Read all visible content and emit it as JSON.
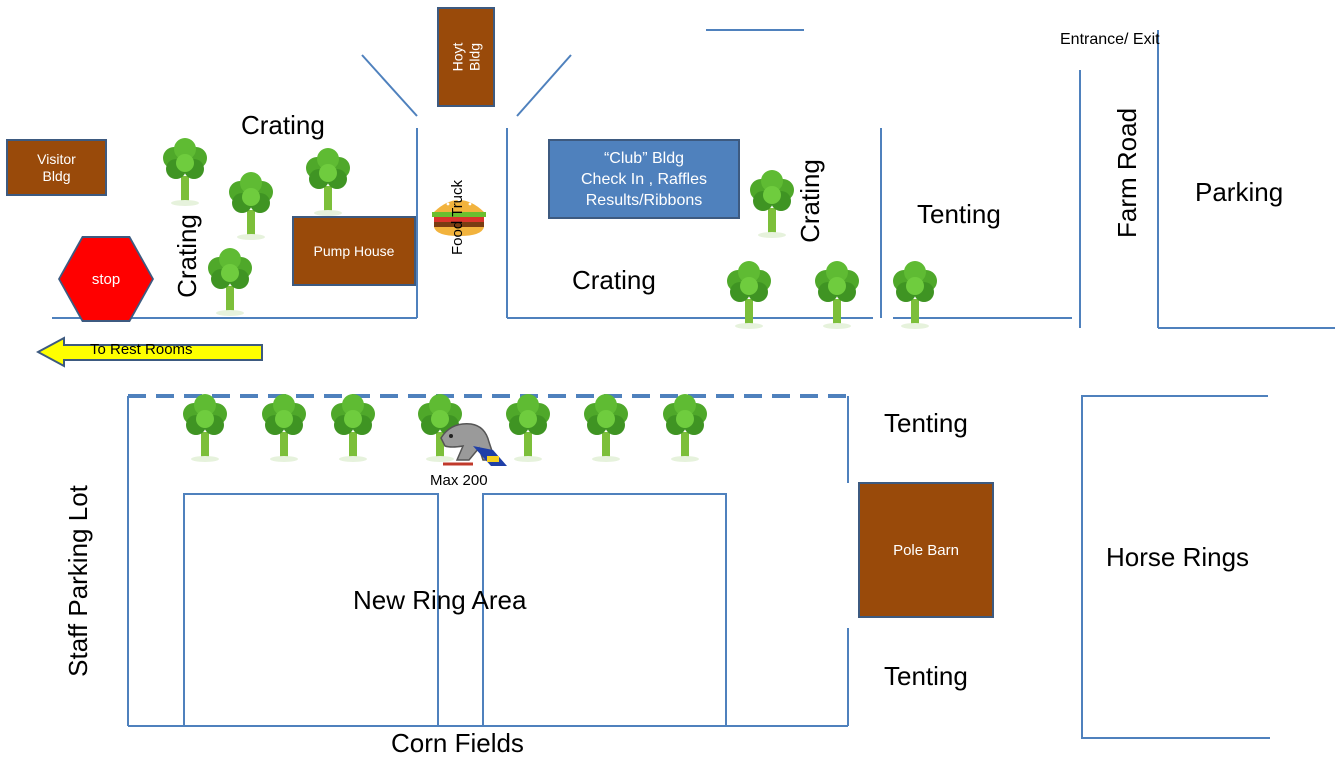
{
  "areas": {
    "crating_top": "Crating",
    "crating_left": "Crating",
    "crating_center": "Crating",
    "crating_right": "Crating",
    "tenting_top": "Tenting",
    "tenting_mid": "Tenting",
    "tenting_bottom": "Tenting",
    "parking": "Parking",
    "farm_road": "Farm Road",
    "entrance_exit": "Entrance/ Exit",
    "staff_parking_lot": "Staff Parking Lot",
    "new_ring_area": "New Ring Area",
    "horse_rings": "Horse Rings",
    "corn_fields": "Corn Fields",
    "food_truck": "Food Truck",
    "max_200": "Max 200",
    "to_rest_rooms": "To Rest Rooms",
    "stop": "stop"
  },
  "buildings": {
    "hoyt_line1": "Hoyt",
    "hoyt_line2": "Bldg",
    "visitor_line1": "Visitor",
    "visitor_line2": "Bldg",
    "pump_house": "Pump House",
    "pole_barn": "Pole Barn",
    "club_line1": "“Club”  Bldg",
    "club_line2": "Check In , Raffles",
    "club_line3": "Results/Ribbons"
  },
  "colors": {
    "building_brown": "#994a0a",
    "club_blue": "#4f81bd",
    "line_blue": "#4f81bd",
    "stop_red": "#ff0000",
    "arrow_yellow": "#ffff00",
    "tree_green": "#4fa82a"
  },
  "icons": {
    "tree": "tree-icon",
    "burger": "burger-icon",
    "dog": "dog-icon",
    "arrow": "arrow-left-icon"
  }
}
